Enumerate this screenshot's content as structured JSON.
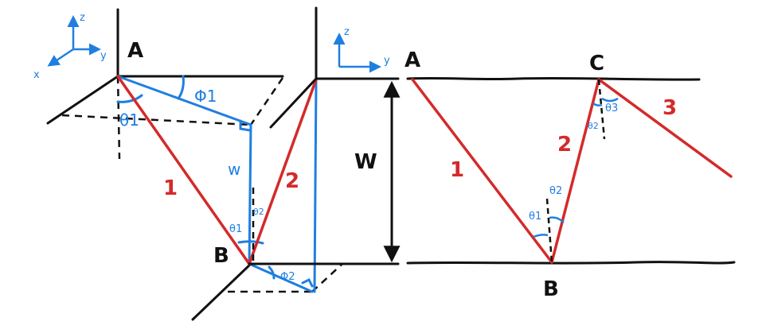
{
  "colors": {
    "ink": "#111111",
    "blue": "#1f7fe0",
    "red": "#d42a2a"
  },
  "left": {
    "axes": {
      "z": "z",
      "y": "y",
      "x": "x"
    },
    "point_a": "A",
    "point_b": "B",
    "phi1": "Φ1",
    "phi2": "Φ2",
    "small_theta": "θ1",
    "segment1": "1",
    "segment2": "2",
    "w": "w",
    "theta1": "θ1",
    "theta2": "θ2"
  },
  "middle": {
    "axes": {
      "z": "z",
      "y": "y"
    },
    "width_label": "W"
  },
  "right": {
    "point_a": "A",
    "point_b": "B",
    "point_c": "C",
    "segment1": "1",
    "segment2": "2",
    "segment3": "3",
    "theta1": "θ1",
    "theta2": "θ2",
    "theta2_at_c": "θ2",
    "theta3": "θ3"
  }
}
